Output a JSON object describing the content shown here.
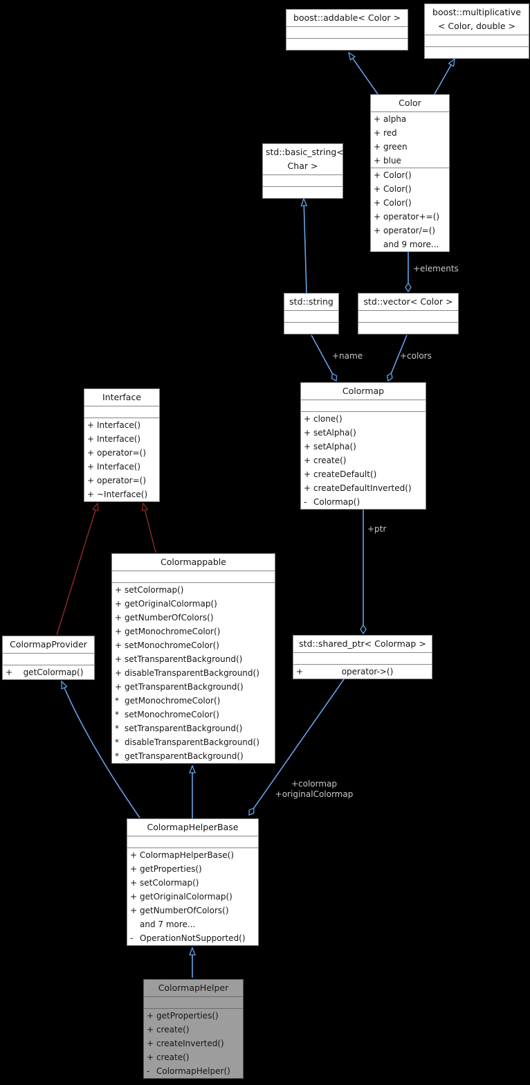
{
  "diagram": {
    "title": "ColormapHelper collaboration graph",
    "colors": {
      "background": "#000000",
      "box_fill": "#ffffff",
      "box_border": "#858585",
      "highlight_fill": "#9d9d9d",
      "edge_public": "#64a5eb",
      "edge_protected": "#8b2a2a",
      "edge_label_text": "#c8c8c8"
    },
    "classes": {
      "addable": {
        "title": "boost::addable< Color >",
        "attributes": [],
        "methods": []
      },
      "multiplicative": {
        "title": "boost::multiplicative\n< Color, double >",
        "attributes": [],
        "methods": []
      },
      "color": {
        "title": "Color",
        "attributes": [
          "+ alpha",
          "+ red",
          "+ green",
          "+ blue"
        ],
        "methods": [
          "+ Color()",
          "+ Color()",
          "+ Color()",
          "+ operator+=()",
          "+ operator/=()",
          "and 9 more..."
        ]
      },
      "basic_string": {
        "title": "std::basic_string<\nChar >",
        "attributes": [],
        "methods": []
      },
      "std_string": {
        "title": "std::string",
        "attributes": [],
        "methods": []
      },
      "std_vector": {
        "title": "std::vector< Color >",
        "attributes": [],
        "methods": []
      },
      "colormap": {
        "title": "Colormap",
        "attributes": [],
        "methods": [
          "+ clone()",
          "+ setAlpha()",
          "+ setAlpha()",
          "+ create()",
          "+ createDefault()",
          "+ createDefaultInverted()",
          "- Colormap()"
        ]
      },
      "interface": {
        "title": "Interface",
        "attributes": [],
        "methods": [
          "+ Interface()",
          "+ Interface()",
          "+ operator=()",
          "+ Interface()",
          "+ operator=()",
          "+ ~Interface()"
        ]
      },
      "colormappable": {
        "title": "Colormappable",
        "attributes": [],
        "methods": [
          "+ setColormap()",
          "+ getOriginalColormap()",
          "+ getNumberOfColors()",
          "+ getMonochromeColor()",
          "+ setMonochromeColor()",
          "+ setTransparentBackground()",
          "+ disableTransparentBackground()",
          "+ getTransparentBackground()",
          "* getMonochromeColor()",
          "* setMonochromeColor()",
          "* setTransparentBackground()",
          "* disableTransparentBackground()",
          "* getTransparentBackground()"
        ]
      },
      "provider": {
        "title": "ColormapProvider",
        "attributes": [],
        "methods": [
          "+ getColormap()"
        ]
      },
      "shared_ptr": {
        "title": "std::shared_ptr< Colormap >",
        "attributes": [],
        "methods": [
          "+ operator->()"
        ]
      },
      "helper_base": {
        "title": "ColormapHelperBase",
        "attributes": [],
        "methods": [
          "+ ColormapHelperBase()",
          "+ getProperties()",
          "+ setColormap()",
          "+ getOriginalColormap()",
          "+ getNumberOfColors()",
          "and 7 more...",
          "- OperationNotSupported()"
        ]
      },
      "helper": {
        "title": "ColormapHelper",
        "attributes": [],
        "methods": [
          "+ getProperties()",
          "+ create()",
          "+ createInverted()",
          "+ create()",
          "- ColormapHelper()"
        ]
      }
    },
    "edge_labels": {
      "elements": "+elements",
      "name": "+name",
      "colors": "+colors",
      "ptr": "+ptr",
      "colormap": "+colormap",
      "original_colormap": "+originalColormap"
    }
  }
}
